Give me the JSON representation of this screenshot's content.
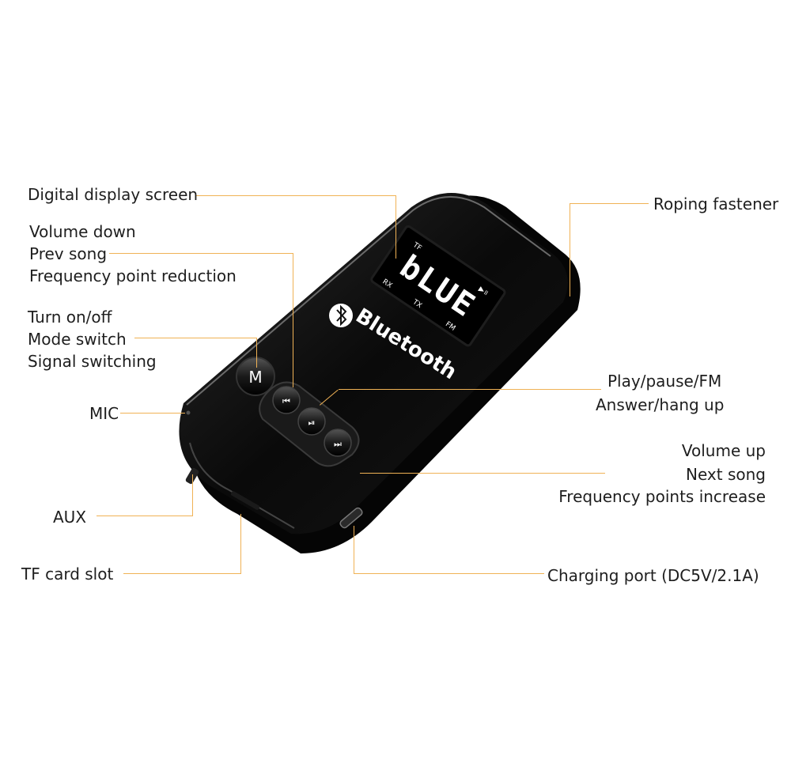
{
  "labels": {
    "digital_display": "Digital display screen",
    "volume_down": [
      "Volume down",
      "Prev song",
      "Frequency point reduction"
    ],
    "turn_on": [
      "Turn on/off",
      "Mode switch",
      "Signal switching"
    ],
    "mic": "MIC",
    "aux": "AUX",
    "tf_slot": "TF card slot",
    "roping": "Roping fastener",
    "play_pause": [
      "Play/pause/FM",
      "Answer/hang up"
    ],
    "volume_up": [
      "Volume up",
      "Next song",
      "Frequency points increase"
    ],
    "charging": "Charging port (DC5V/2.1A)"
  },
  "device": {
    "brand": "Bluetooth",
    "display_main": "bLUE",
    "display_tf": "TF",
    "display_rx": "RX",
    "display_tx": "TX",
    "display_fm": "FM",
    "mode_button": "M"
  },
  "colors": {
    "leader": "#f0b255",
    "device_body": "#0c0c0c",
    "screen": "#000000"
  }
}
